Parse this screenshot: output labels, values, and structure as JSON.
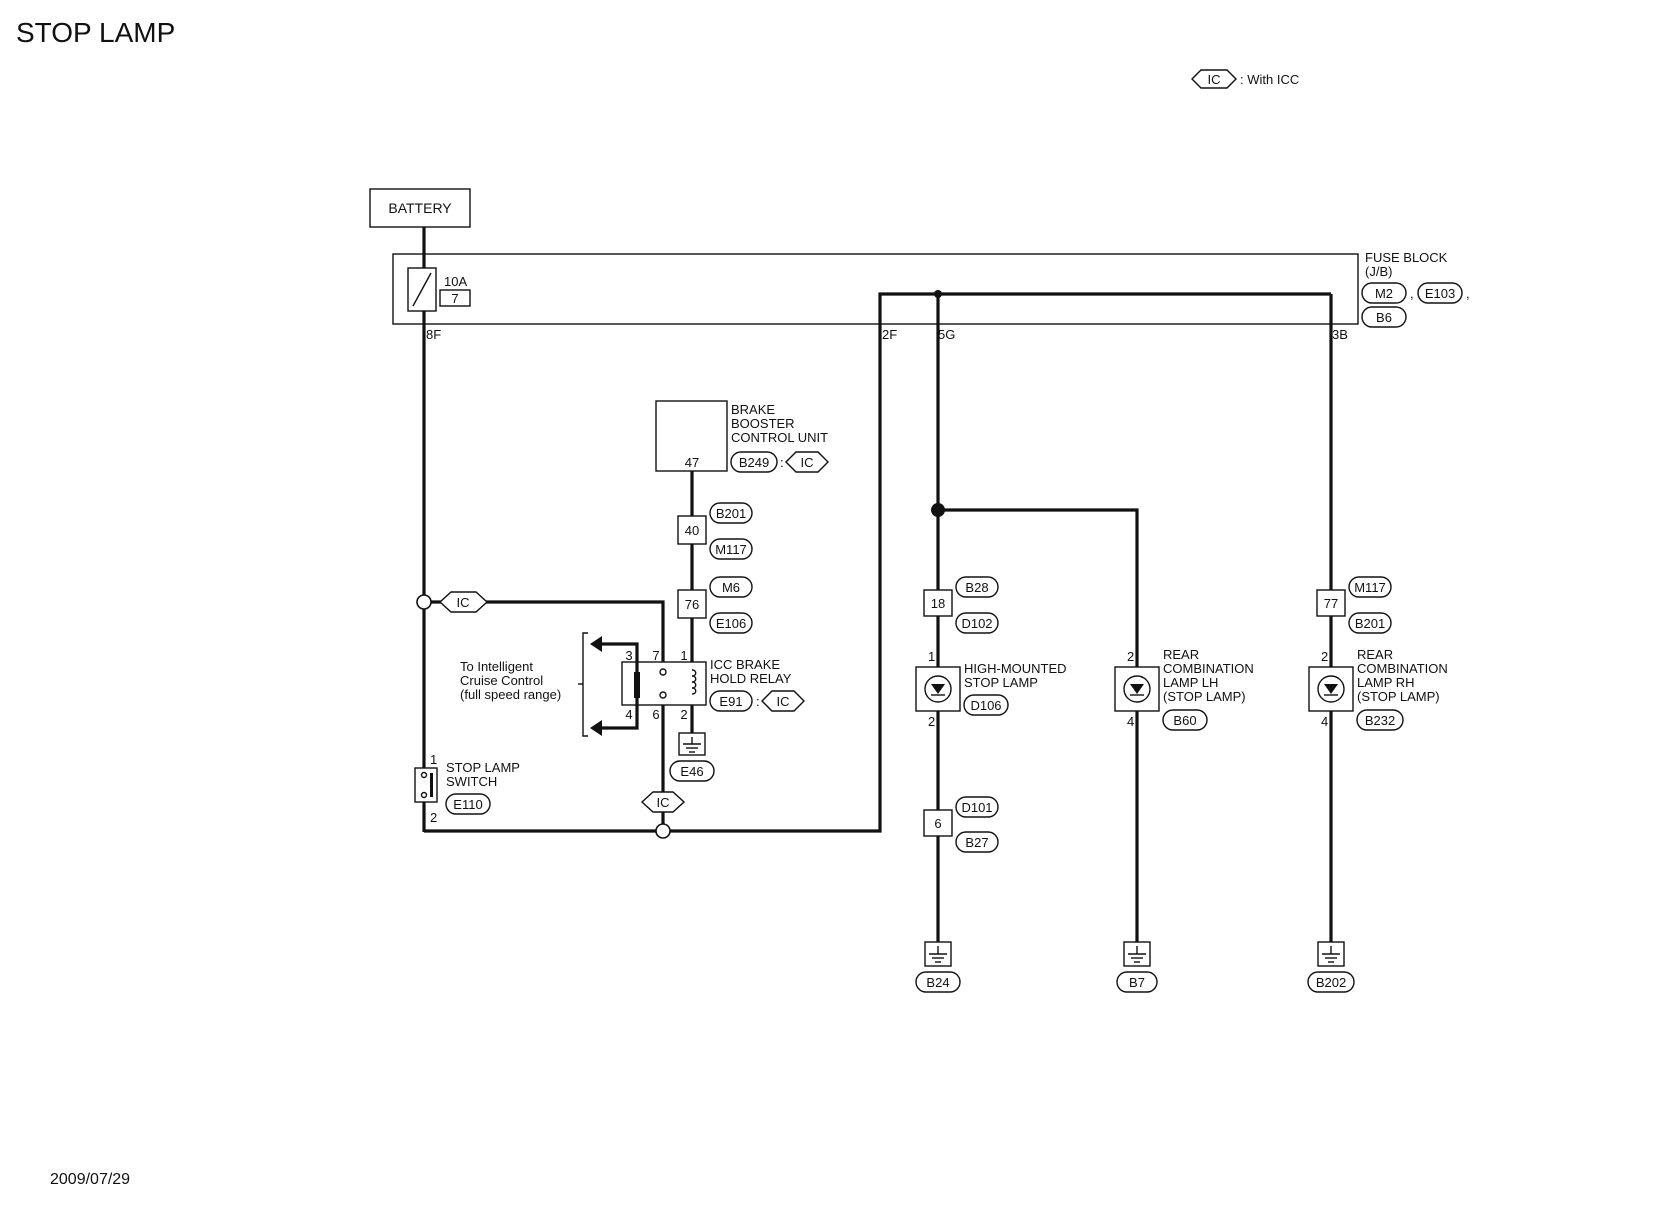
{
  "title": "STOP LAMP",
  "date": "2009/07/29",
  "legend": {
    "tag": "IC",
    "text": ": With ICC"
  },
  "battery": "BATTERY",
  "fuse_block": {
    "line1": "FUSE BLOCK",
    "line2": "(J/B)",
    "connectors": [
      "M2",
      "E103",
      "B6"
    ],
    "sep1": ",",
    "sep2": ",",
    "fuse_amp": "10A",
    "fuse_no": "7",
    "terminals": {
      "t8f": "8F",
      "t2f": "2F",
      "t5g": "5G",
      "t3b": "3B"
    }
  },
  "brake_booster": {
    "line1": "BRAKE",
    "line2": "BOOSTER",
    "line3": "CONTROL UNIT",
    "pin": "47",
    "connector": "B249",
    "sep": ":",
    "tag": "IC"
  },
  "joint_40": {
    "pin": "40",
    "top": "B201",
    "bottom": "M117"
  },
  "joint_76": {
    "pin": "76",
    "top": "M6",
    "bottom": "E106"
  },
  "ic_tag_upper": "IC",
  "ic_tag_lower": "IC",
  "relay": {
    "line1": "ICC BRAKE",
    "line2": "HOLD RELAY",
    "connector": "E91",
    "sep": ":",
    "tag": "IC",
    "pins": {
      "p1": "1",
      "p2": "2",
      "p3": "3",
      "p4": "4",
      "p6": "6",
      "p7": "7"
    },
    "ground": "E46"
  },
  "icc_note": [
    "To Intelligent",
    "Cruise Control",
    "(full speed range)"
  ],
  "stop_lamp_switch": {
    "line1": "STOP LAMP",
    "line2": "SWITCH",
    "connector": "E110",
    "pin1": "1",
    "pin2": "2"
  },
  "joint_18": {
    "pin": "18",
    "top": "B28",
    "bottom": "D102"
  },
  "high_mounted": {
    "line1": "HIGH-MOUNTED",
    "line2": "STOP LAMP",
    "connector": "D106",
    "pin_top": "1",
    "pin_bottom": "2"
  },
  "joint_6": {
    "pin": "6",
    "top": "D101",
    "bottom": "B27"
  },
  "rear_lh": {
    "line1": "REAR",
    "line2": "COMBINATION",
    "line3": "LAMP LH",
    "line4": "(STOP LAMP)",
    "connector": "B60",
    "pin_top": "2",
    "pin_bottom": "4"
  },
  "joint_77": {
    "pin": "77",
    "top": "M117",
    "bottom": "B201"
  },
  "rear_rh": {
    "line1": "REAR",
    "line2": "COMBINATION",
    "line3": "LAMP RH",
    "line4": "(STOP LAMP)",
    "connector": "B232",
    "pin_top": "2",
    "pin_bottom": "4"
  },
  "grounds": [
    "B24",
    "B7",
    "B202"
  ]
}
